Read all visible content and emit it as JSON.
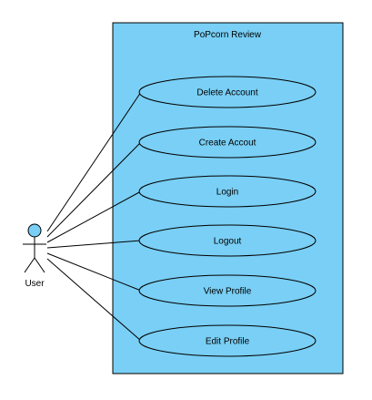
{
  "system": {
    "title": "PoPcorn Review"
  },
  "actor": {
    "label": "User"
  },
  "use_cases": [
    {
      "label": "Delete Account"
    },
    {
      "label": "Create Accout"
    },
    {
      "label": "Login"
    },
    {
      "label": "Logout"
    },
    {
      "label": "View Profile"
    },
    {
      "label": "Edit Profile"
    }
  ],
  "colors": {
    "system_fill": "#79CFF5",
    "actor_head": "#79CFF5",
    "stroke": "#000000"
  }
}
